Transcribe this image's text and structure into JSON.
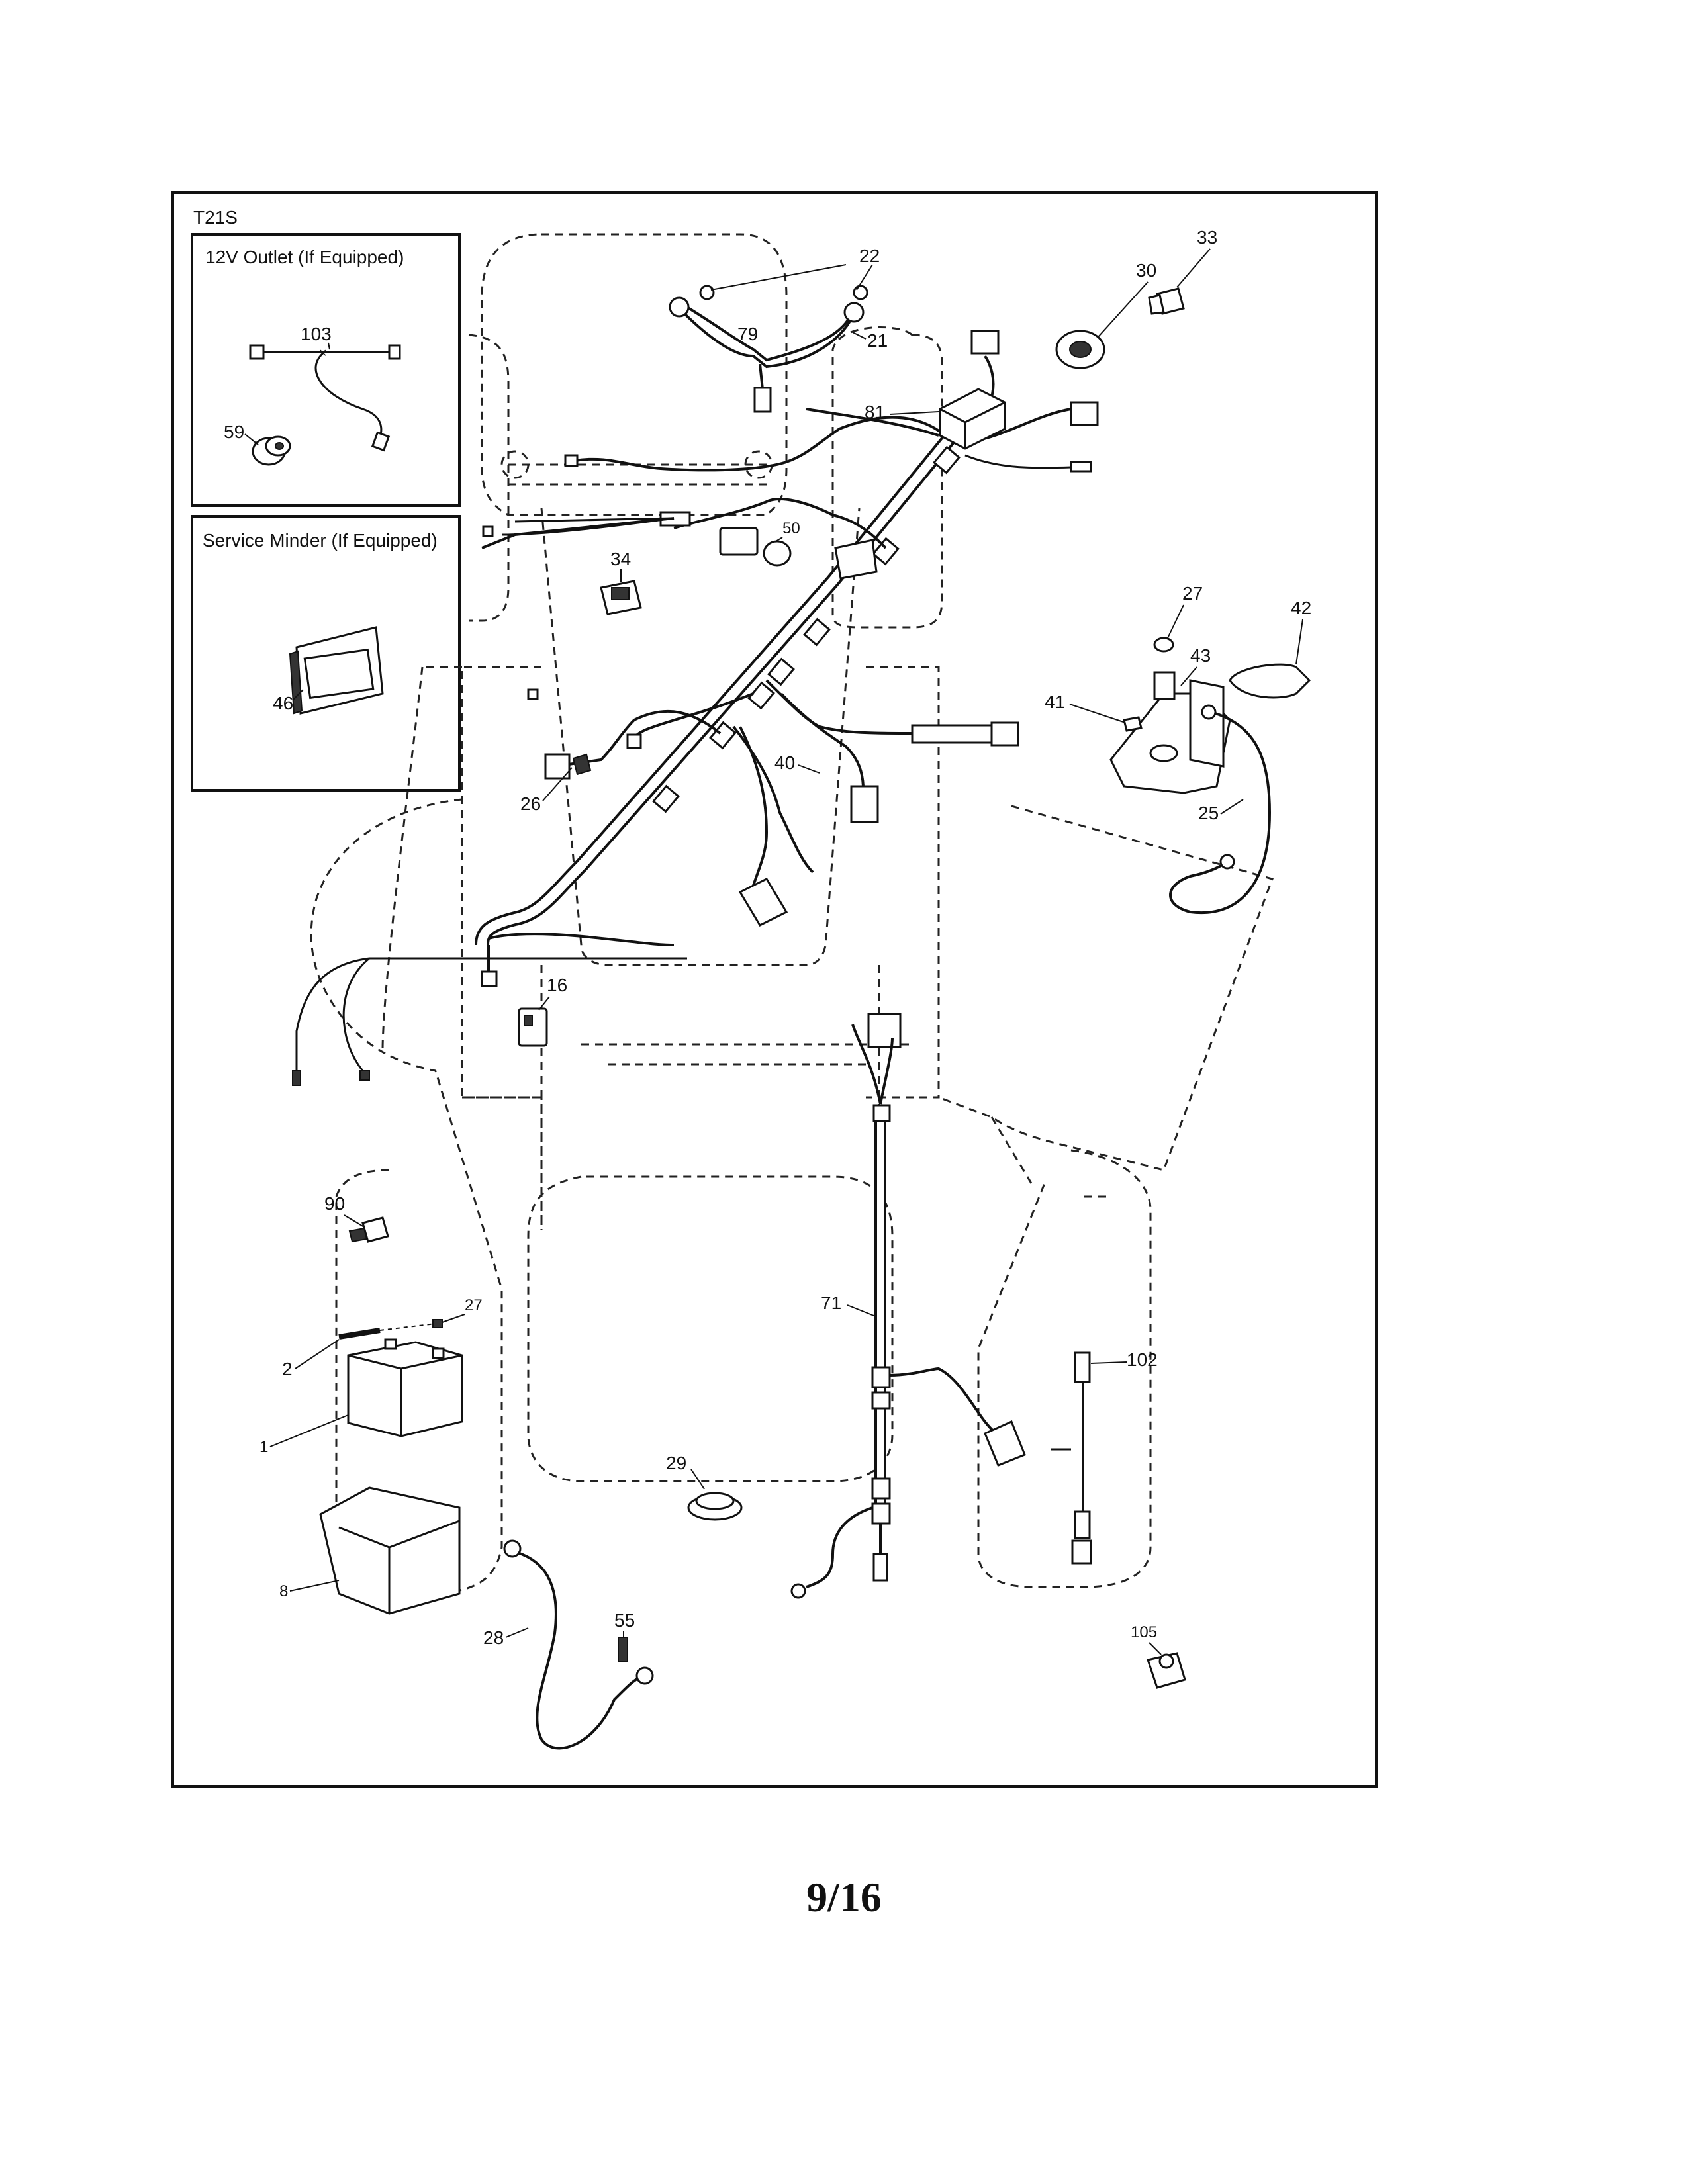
{
  "diagram_code": "T21S",
  "insets": {
    "outlet": {
      "title": "12V Outlet (If Equipped)",
      "parts": [
        "103",
        "59"
      ]
    },
    "service_minder": {
      "title": "Service Minder (If Equipped)",
      "parts": [
        "46"
      ]
    }
  },
  "callouts": {
    "p1": "1",
    "p2": "2",
    "p8": "8",
    "p16": "16",
    "p21": "21",
    "p22": "22",
    "p25": "25",
    "p26": "26",
    "p27a": "27",
    "p27b": "27",
    "p28": "28",
    "p29": "29",
    "p30": "30",
    "p33": "33",
    "p34": "34",
    "p40": "40",
    "p41": "41",
    "p42": "42",
    "p43": "43",
    "p46": "46",
    "p50": "50",
    "p55": "55",
    "p59": "59",
    "p71": "71",
    "p79": "79",
    "p81": "81",
    "p90": "90",
    "p102": "102",
    "p103": "103",
    "p105": "105"
  },
  "page_number": "9/16"
}
